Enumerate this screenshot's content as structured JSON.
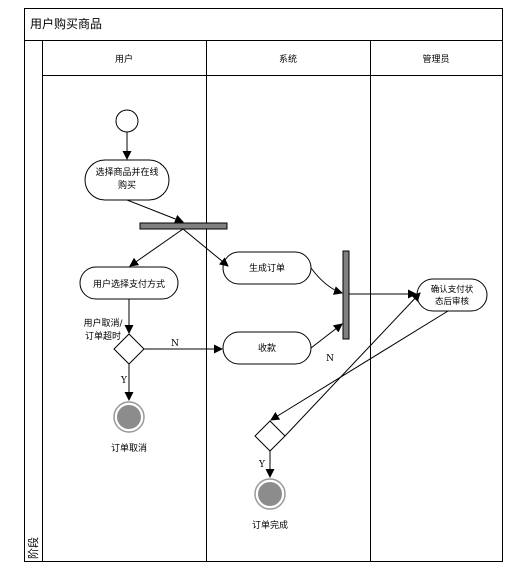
{
  "title": "用户购买商品",
  "phase_label": "阶段",
  "lanes": [
    {
      "label": "用户"
    },
    {
      "label": "系统"
    },
    {
      "label": "管理员"
    }
  ],
  "activities": {
    "select_goods": [
      "选择商品并在线",
      "购买"
    ],
    "choose_payment": "用户选择支付方式",
    "generate_order": "生成订单",
    "collect_payment": "收款",
    "confirm_review": [
      "确认支付状",
      "态后审核"
    ]
  },
  "decision_user": {
    "label": [
      "用户取消/",
      "订单超时"
    ],
    "yes": "Y",
    "no": "N"
  },
  "decision_admin": {
    "yes": "Y",
    "no": "N"
  },
  "final_states": {
    "cancelled": "订单取消",
    "completed": "订单完成"
  }
}
